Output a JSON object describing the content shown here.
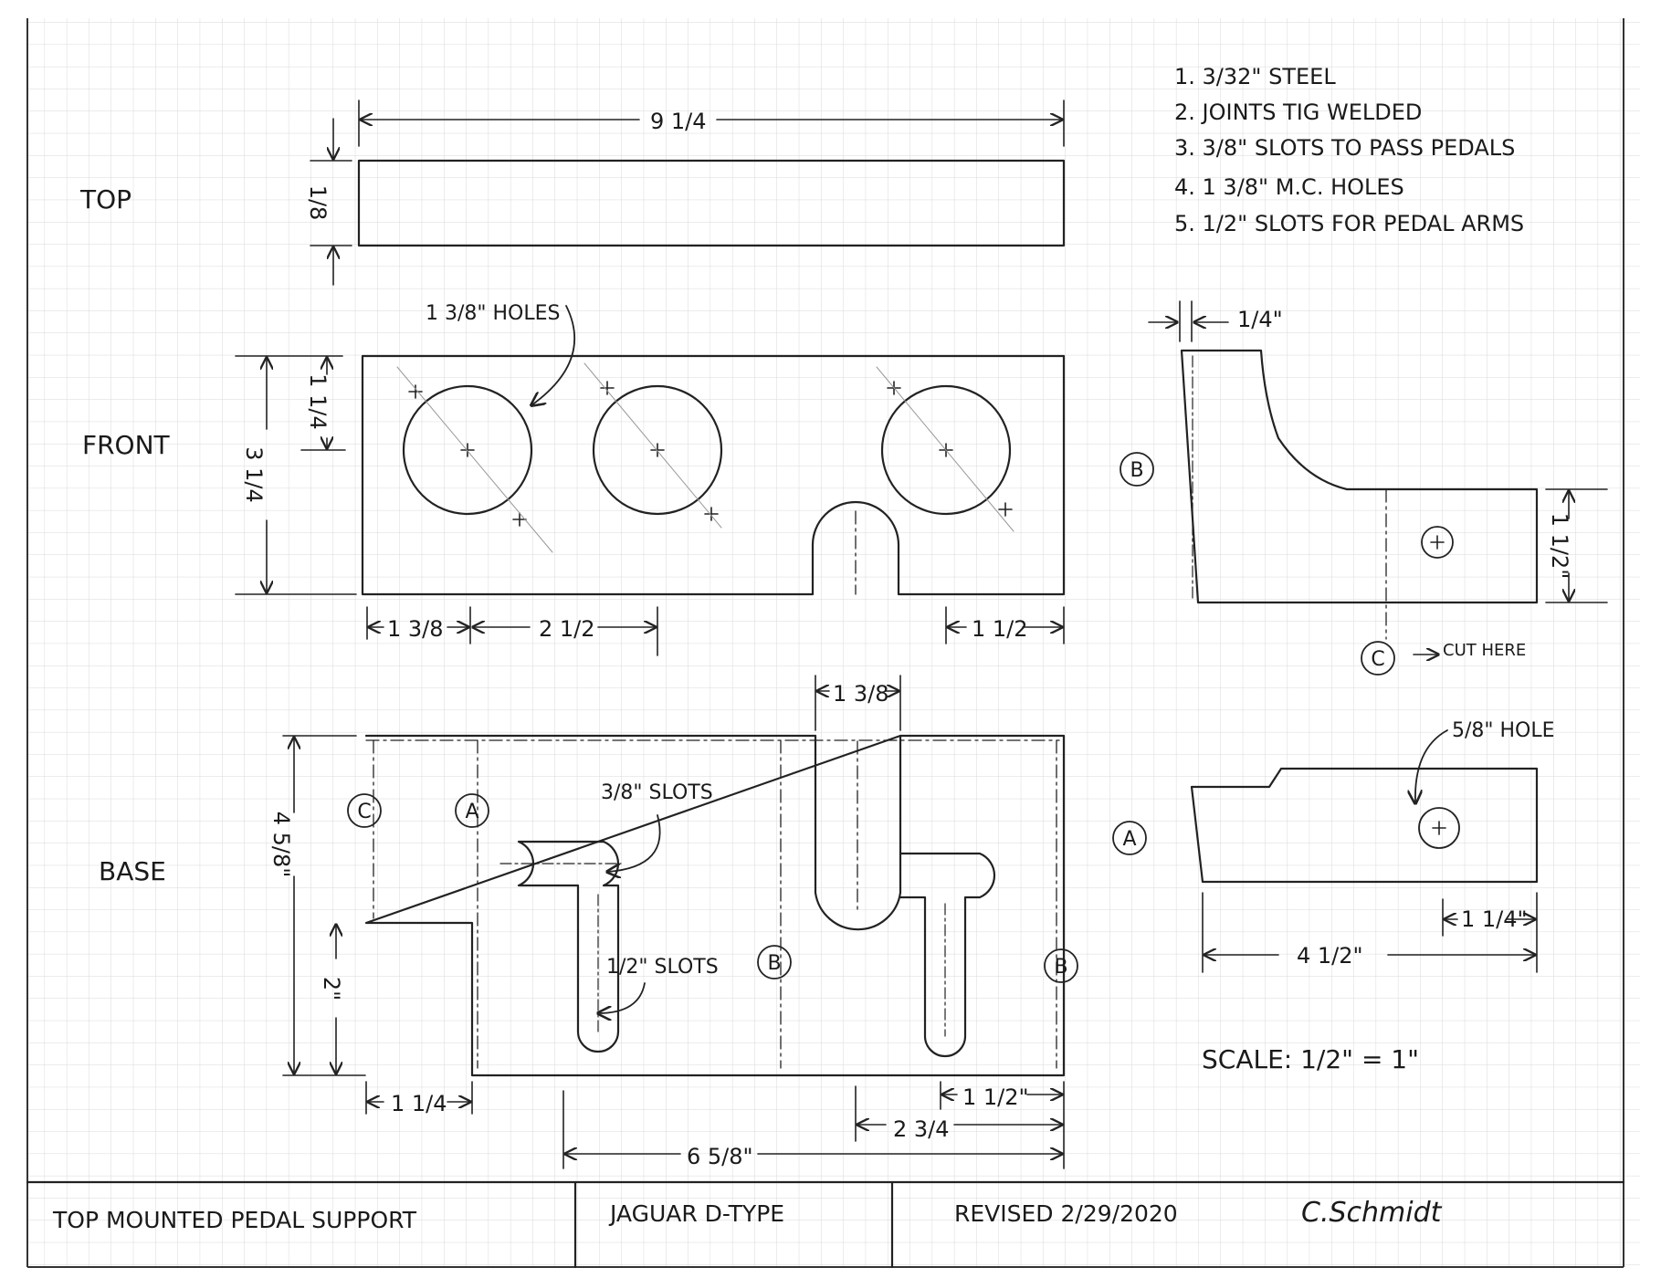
{
  "views": {
    "top": "TOP",
    "front": "FRONT",
    "base": "BASE"
  },
  "notes": [
    "1. 3/32\" STEEL",
    "2. JOINTS TIG WELDED",
    "3. 3/8\" SLOTS TO PASS PEDALS",
    "4. 1 3/8\" M.C. HOLES",
    "5. 1/2\" SLOTS FOR PEDAL ARMS"
  ],
  "dimensions": {
    "top_width": "9 1/4",
    "top_height": "1/8",
    "front_height": "3 1/4",
    "hole_offset_vertical": "1 1/4",
    "hole_offset_left": "1 3/8",
    "hole_spacing": "2 1/2",
    "right_offset": "1 1/2",
    "slot_width": "1 3/8",
    "base_height": "4 5/8\"",
    "base_step": "2\"",
    "base_step_width": "1 1/4",
    "base_right_offset": "1 1/2\"",
    "base_mid_offset": "2 3/4",
    "base_overall": "6 5/8\"",
    "side_b_top": "1/4\"",
    "side_b_height": "1 1/2\"",
    "side_a_width": "4 1/2\"",
    "side_a_offset": "1 1/4\""
  },
  "callouts": {
    "holes": "1 3/8\" HOLES",
    "slots_38": "3/8\" SLOTS",
    "slots_12": "1/2\" SLOTS",
    "cut_here": "CUT HERE",
    "hole_58": "5/8\" HOLE"
  },
  "section_markers": {
    "A": "A",
    "B": "B",
    "C": "C"
  },
  "scale": "SCALE: 1/2\" = 1\"",
  "title_block": {
    "title": "TOP MOUNTED PEDAL SUPPORT",
    "project": "JAGUAR D-TYPE",
    "revised": "REVISED 2/29/2020",
    "author": "C.Schmidt"
  }
}
